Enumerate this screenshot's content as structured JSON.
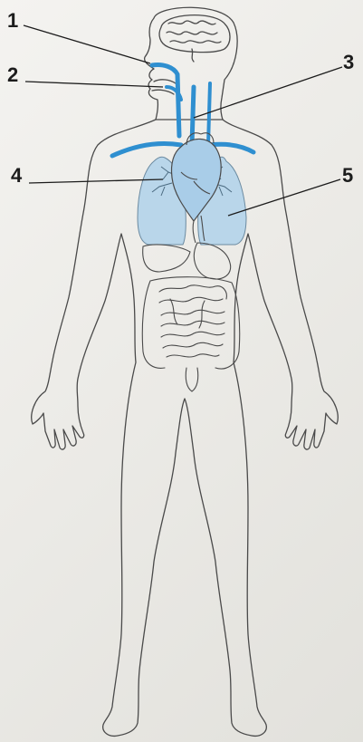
{
  "labels": {
    "1": "1",
    "2": "2",
    "3": "3",
    "4": "4",
    "5": "5"
  },
  "colors": {
    "outline": "#4a4a4a",
    "respiratory_blue": "#2f8fd0",
    "lung_fill": "#b9d6ea",
    "heart_fill": "#a9cde8",
    "paper": "#ecebe7",
    "leader_line": "#1c1c1c"
  }
}
